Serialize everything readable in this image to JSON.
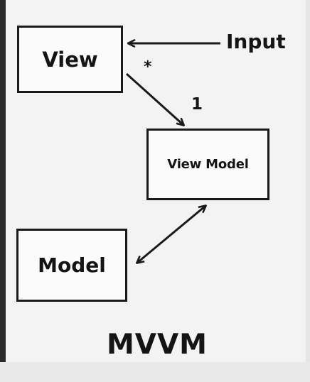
{
  "nodes": {
    "view": "View",
    "view_model": "View Model",
    "model": "Model"
  },
  "edges": {
    "input": "Input",
    "view_multiplicity": "*",
    "view_model_multiplicity": "1"
  },
  "caption": "MVVM",
  "colors": {
    "background": "#f3f3f3",
    "ink": "#1a1a1a"
  }
}
